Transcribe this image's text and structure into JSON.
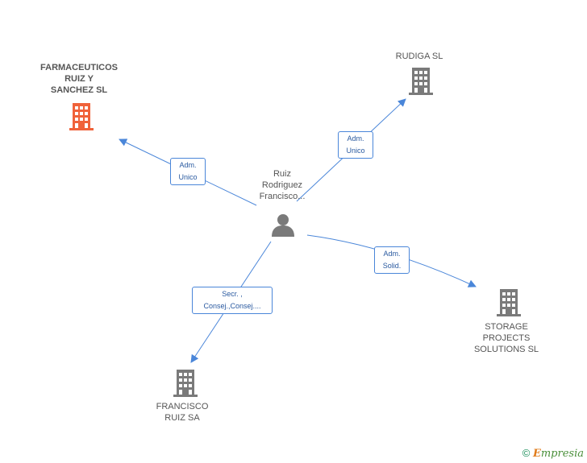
{
  "center": {
    "lines": [
      "Ruiz",
      "Rodriguez",
      "Francisco..."
    ],
    "icon": "person-icon"
  },
  "companies": [
    {
      "id": "farmaceuticos",
      "lines": [
        "FARMACEUTICOS",
        "RUIZ Y",
        "SANCHEZ SL"
      ],
      "color": "#f0623a",
      "highlight": true
    },
    {
      "id": "rudiga",
      "lines": [
        "RUDIGA SL"
      ],
      "color": "#7a7a7a"
    },
    {
      "id": "storage",
      "lines": [
        "STORAGE",
        "PROJECTS",
        "SOLUTIONS  SL"
      ],
      "color": "#7a7a7a"
    },
    {
      "id": "francisco",
      "lines": [
        "FRANCISCO",
        "RUIZ SA"
      ],
      "color": "#7a7a7a"
    }
  ],
  "relations": [
    {
      "target": "farmaceuticos",
      "lines": [
        "Adm.",
        "Unico"
      ]
    },
    {
      "target": "rudiga",
      "lines": [
        "Adm.",
        "Unico"
      ]
    },
    {
      "target": "storage",
      "lines": [
        "Adm.",
        "Solid."
      ]
    },
    {
      "target": "francisco",
      "lines": [
        "Secr. ,",
        "Consej.,Consej...."
      ]
    }
  ],
  "footer": {
    "copyright": "©",
    "brand_e": "E",
    "brand_rest": "mpresia"
  },
  "colors": {
    "edge": "#4a86d9",
    "building": "#7a7a7a",
    "highlight": "#f0623a",
    "person": "#7a7a7a"
  }
}
